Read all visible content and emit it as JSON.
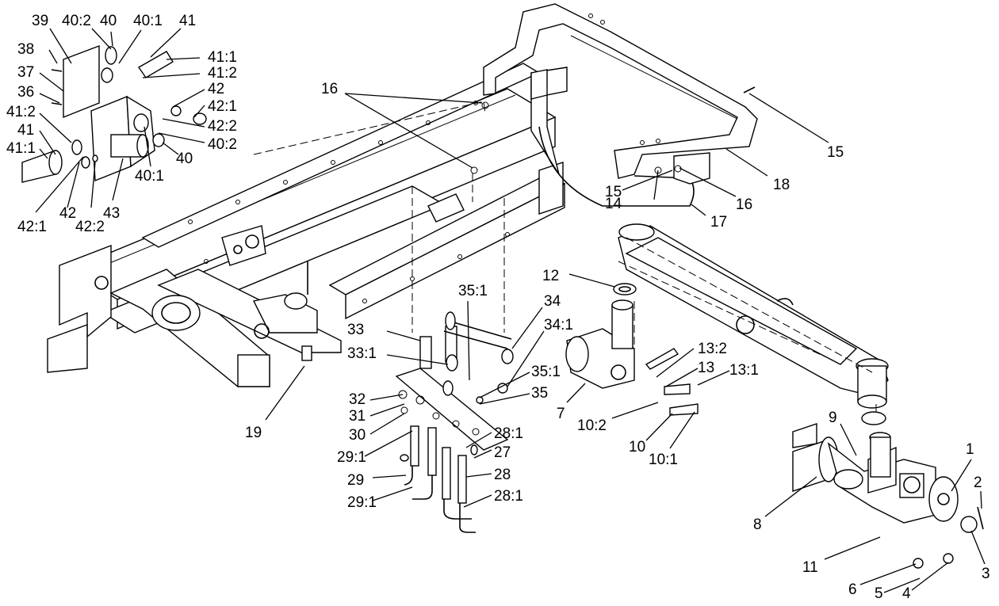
{
  "callouts": [
    {
      "label": "1"
    },
    {
      "label": "2"
    },
    {
      "label": "3"
    },
    {
      "label": "4"
    },
    {
      "label": "5"
    },
    {
      "label": "6"
    },
    {
      "label": "7"
    },
    {
      "label": "8"
    },
    {
      "label": "9"
    },
    {
      "label": "10"
    },
    {
      "label": "10:1"
    },
    {
      "label": "10:2"
    },
    {
      "label": "11"
    },
    {
      "label": "12"
    },
    {
      "label": "13"
    },
    {
      "label": "13:1"
    },
    {
      "label": "13:2"
    },
    {
      "label": "14"
    },
    {
      "label": "15"
    },
    {
      "label": "15"
    },
    {
      "label": "16"
    },
    {
      "label": "16"
    },
    {
      "label": "17"
    },
    {
      "label": "18"
    },
    {
      "label": "19"
    },
    {
      "label": "27"
    },
    {
      "label": "28"
    },
    {
      "label": "28:1"
    },
    {
      "label": "28:1"
    },
    {
      "label": "29"
    },
    {
      "label": "29:1"
    },
    {
      "label": "29:1"
    },
    {
      "label": "30"
    },
    {
      "label": "31"
    },
    {
      "label": "32"
    },
    {
      "label": "33"
    },
    {
      "label": "33:1"
    },
    {
      "label": "34"
    },
    {
      "label": "34:1"
    },
    {
      "label": "35"
    },
    {
      "label": "35:1"
    },
    {
      "label": "35:1"
    },
    {
      "label": "36"
    },
    {
      "label": "37"
    },
    {
      "label": "38"
    },
    {
      "label": "39"
    },
    {
      "label": "40"
    },
    {
      "label": "40"
    },
    {
      "label": "40:1"
    },
    {
      "label": "40:1"
    },
    {
      "label": "40:2"
    },
    {
      "label": "40:2"
    },
    {
      "label": "41"
    },
    {
      "label": "41"
    },
    {
      "label": "41:1"
    },
    {
      "label": "41:1"
    },
    {
      "label": "41:2"
    },
    {
      "label": "41:2"
    },
    {
      "label": "42"
    },
    {
      "label": "42"
    },
    {
      "label": "42:1"
    },
    {
      "label": "42:1"
    },
    {
      "label": "42:2"
    },
    {
      "label": "42:2"
    },
    {
      "label": "43"
    }
  ]
}
